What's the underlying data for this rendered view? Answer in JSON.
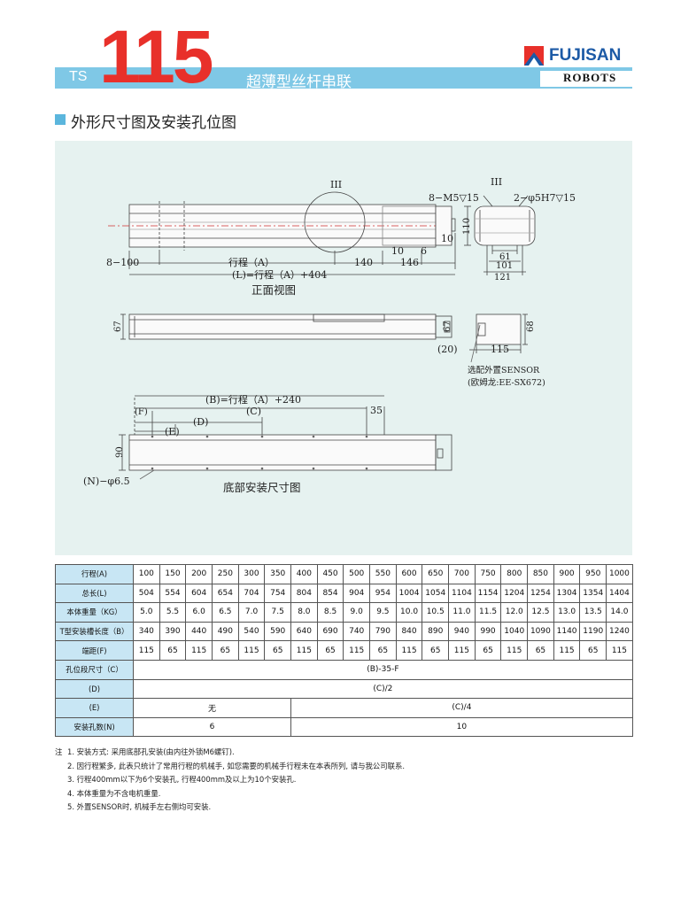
{
  "header": {
    "series": "TS",
    "model": "115",
    "subtitle": "超薄型丝杆串联",
    "brand": "FUJISAN",
    "brand_sub": "ROBOTS"
  },
  "section_title": "外形尺寸图及安装孔位图",
  "drawing": {
    "front": {
      "detail_mark": "III",
      "dim_8_100": "8−100",
      "dim_stroke": "行程（A）",
      "dim_140": "140",
      "dim_10": "10",
      "dim_6": "6",
      "dim_146": "146",
      "dim_L": "(L)=行程（A）+404",
      "view_label": "正面视图",
      "dim_10_right": "10"
    },
    "end": {
      "detail_mark": "III",
      "holes_m5": "8−M5▽15",
      "holes_pin": "2−φ5H7▽15",
      "dim_110": "110",
      "dim_61": "61",
      "dim_101": "101",
      "dim_121": "121"
    },
    "top": {
      "dim_67_left": "67",
      "dim_67_right": "67",
      "dim_68": "68",
      "dim_20": "(20)",
      "dim_115": "115",
      "sensor_line1": "选配外置SENSOR",
      "sensor_line2": "(欧姆龙:EE-SX672)"
    },
    "bottom": {
      "dim_B": "(B)=行程（A）+240",
      "dim_C": "(C)",
      "dim_F": "(F)",
      "dim_D": "(D)",
      "dim_E": "(E)",
      "dim_35": "35",
      "dim_90": "90",
      "holes": "(N)−φ6.5",
      "view_label": "底部安装尺寸图"
    }
  },
  "table": {
    "rows": [
      {
        "label": "行程(A)",
        "values": [
          "100",
          "150",
          "200",
          "250",
          "300",
          "350",
          "400",
          "450",
          "500",
          "550",
          "600",
          "650",
          "700",
          "750",
          "800",
          "850",
          "900",
          "950",
          "1000"
        ]
      },
      {
        "label": "总长(L)",
        "values": [
          "504",
          "554",
          "604",
          "654",
          "704",
          "754",
          "804",
          "854",
          "904",
          "954",
          "1004",
          "1054",
          "1104",
          "1154",
          "1204",
          "1254",
          "1304",
          "1354",
          "1404"
        ]
      },
      {
        "label": "本体重量（KG）",
        "values": [
          "5.0",
          "5.5",
          "6.0",
          "6.5",
          "7.0",
          "7.5",
          "8.0",
          "8.5",
          "9.0",
          "9.5",
          "10.0",
          "10.5",
          "11.0",
          "11.5",
          "12.0",
          "12.5",
          "13.0",
          "13.5",
          "14.0"
        ]
      },
      {
        "label": "T型安装槽长度（B）",
        "values": [
          "340",
          "390",
          "440",
          "490",
          "540",
          "590",
          "640",
          "690",
          "740",
          "790",
          "840",
          "890",
          "940",
          "990",
          "1040",
          "1090",
          "1140",
          "1190",
          "1240"
        ]
      },
      {
        "label": "端距(F)",
        "values": [
          "115",
          "65",
          "115",
          "65",
          "115",
          "65",
          "115",
          "65",
          "115",
          "65",
          "115",
          "65",
          "115",
          "65",
          "115",
          "65",
          "115",
          "65",
          "115"
        ]
      }
    ],
    "row_C": {
      "label": "孔位段尺寸（C）",
      "value": "(B)-35-F"
    },
    "row_D": {
      "label": "(D)",
      "value": "(C)/2"
    },
    "row_E": {
      "label": "(E)",
      "value_short": "无",
      "value_long": "(C)/4"
    },
    "row_N": {
      "label": "安装孔数(N)",
      "value_short": "6",
      "value_long": "10"
    }
  },
  "notes": {
    "label": "注",
    "items": [
      "1. 安装方式: 采用底部孔安装(由内往外锁M6螺钉).",
      "2. 因行程繁多, 此表只统计了常用行程的机械手, 如您需要的机械手行程未在本表所列, 请与我公司联系.",
      "3. 行程400mm以下为6个安装孔, 行程400mm及以上为10个安装孔.",
      "4. 本体重量为不含电机重量.",
      "5. 外置SENSOR时, 机械手左右侧均可安装."
    ]
  }
}
